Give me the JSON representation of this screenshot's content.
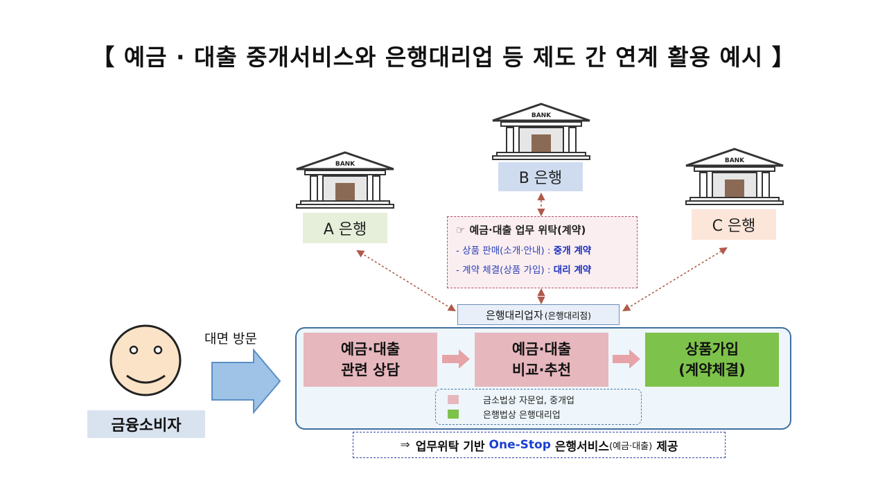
{
  "title": "【 예금 · 대출 중개서비스와 은행대리업 등 제도 간 연계 활용 예시 】",
  "bank_icon_text": "BANK",
  "banks": {
    "a": "A 은행",
    "b": "B 은행",
    "c": "C 은행"
  },
  "contract": {
    "icon": "☞",
    "title": "예금·대출 업무 위탁(계약)",
    "line1_prefix": "- 상품 판매(소개·안내) : ",
    "line1_bold": "중개 계약",
    "line2_prefix": "- 계약 체결(상품 가입) : ",
    "line2_bold": "대리 계약"
  },
  "agent": {
    "main": "은행대리업자",
    "sub": "(은행대리점)"
  },
  "steps": {
    "consult_line1": "예금·대출",
    "consult_line2": "관련 상담",
    "compare_line1": "예금·대출",
    "compare_line2": "비교·추천",
    "join_line1": "상품가입",
    "join_line2": "(계약체결)"
  },
  "legend": {
    "pink": "금소법상 자문업, 중개업",
    "green": "은행법상 은행대리업"
  },
  "onestop": {
    "arrow": "⇒",
    "part1": "업무위탁 기반",
    "part2": "One-Stop",
    "part3": "은행서비스",
    "part4": "(예금·대출)",
    "part5": "제공"
  },
  "visit": "대면 방문",
  "consumer": "금융소비자",
  "colors": {
    "pink_step": "#e6b7bd",
    "green_step": "#7dc24a",
    "box_border": "#3f6f9e",
    "arrow_dashed": "#b05a4a",
    "onestop_blue": "#1a3fd0"
  }
}
